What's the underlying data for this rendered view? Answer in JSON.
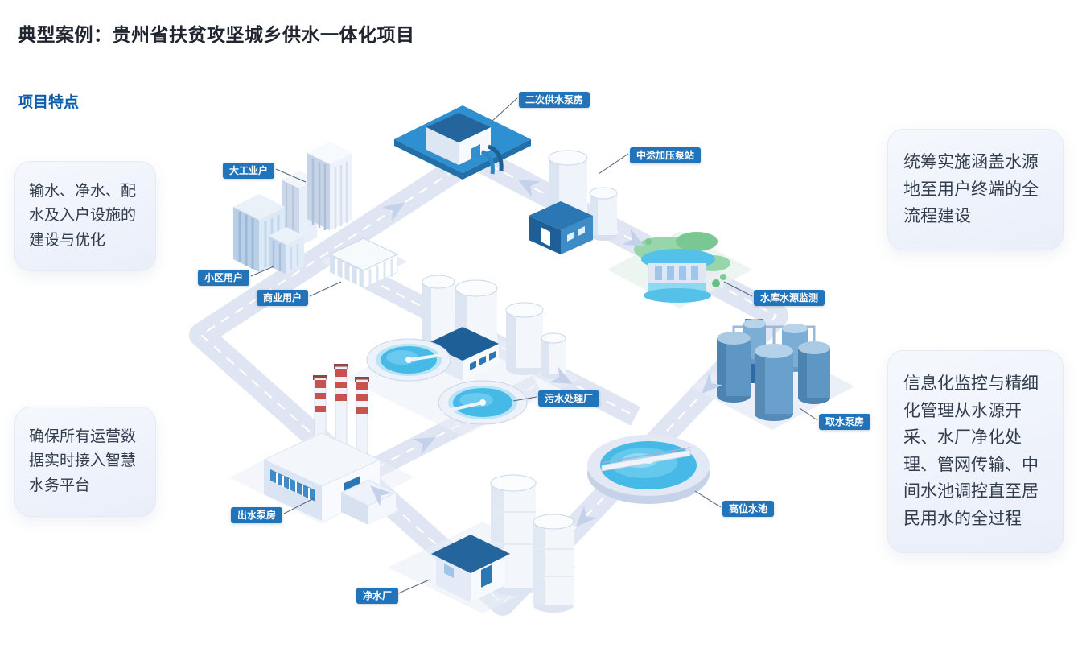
{
  "page": {
    "title": "典型案例：贵州省扶贫攻坚城乡供水一体化项目",
    "section_heading": "项目特点"
  },
  "callouts": [
    {
      "id": "transmission",
      "text": "输水、净水、配水及入户设施的建设与优化"
    },
    {
      "id": "realtime-data",
      "text": "确保所有运营数据实时接入智慧水务平台"
    },
    {
      "id": "full-process",
      "text": "统筹实施涵盖水源地至用户终端的全流程建设"
    },
    {
      "id": "info-monitoring",
      "text": "信息化监控与精细化管理从水源开采、水厂净化处理、管网传输、中间水池调控直至居民用水的全过程"
    }
  ],
  "diagram": {
    "labels": [
      {
        "text": "二次供水泵房"
      },
      {
        "text": "中途加压泵站"
      },
      {
        "text": "大工业户"
      },
      {
        "text": "小区用户"
      },
      {
        "text": "商业用户"
      },
      {
        "text": "水库水源监测"
      },
      {
        "text": "污水处理厂"
      },
      {
        "text": "取水泵房"
      },
      {
        "text": "出水泵房"
      },
      {
        "text": "高位水池"
      },
      {
        "text": "净水厂"
      }
    ]
  },
  "colors": {
    "heading": "#21252f",
    "accent_blue": "#0f5fa8",
    "badge_blue": "#2173ba",
    "road": "#dfe5f2",
    "water": "#47b9e6",
    "platform_blue": "#2e8fd1",
    "callout_bg": "#edf1fa"
  }
}
